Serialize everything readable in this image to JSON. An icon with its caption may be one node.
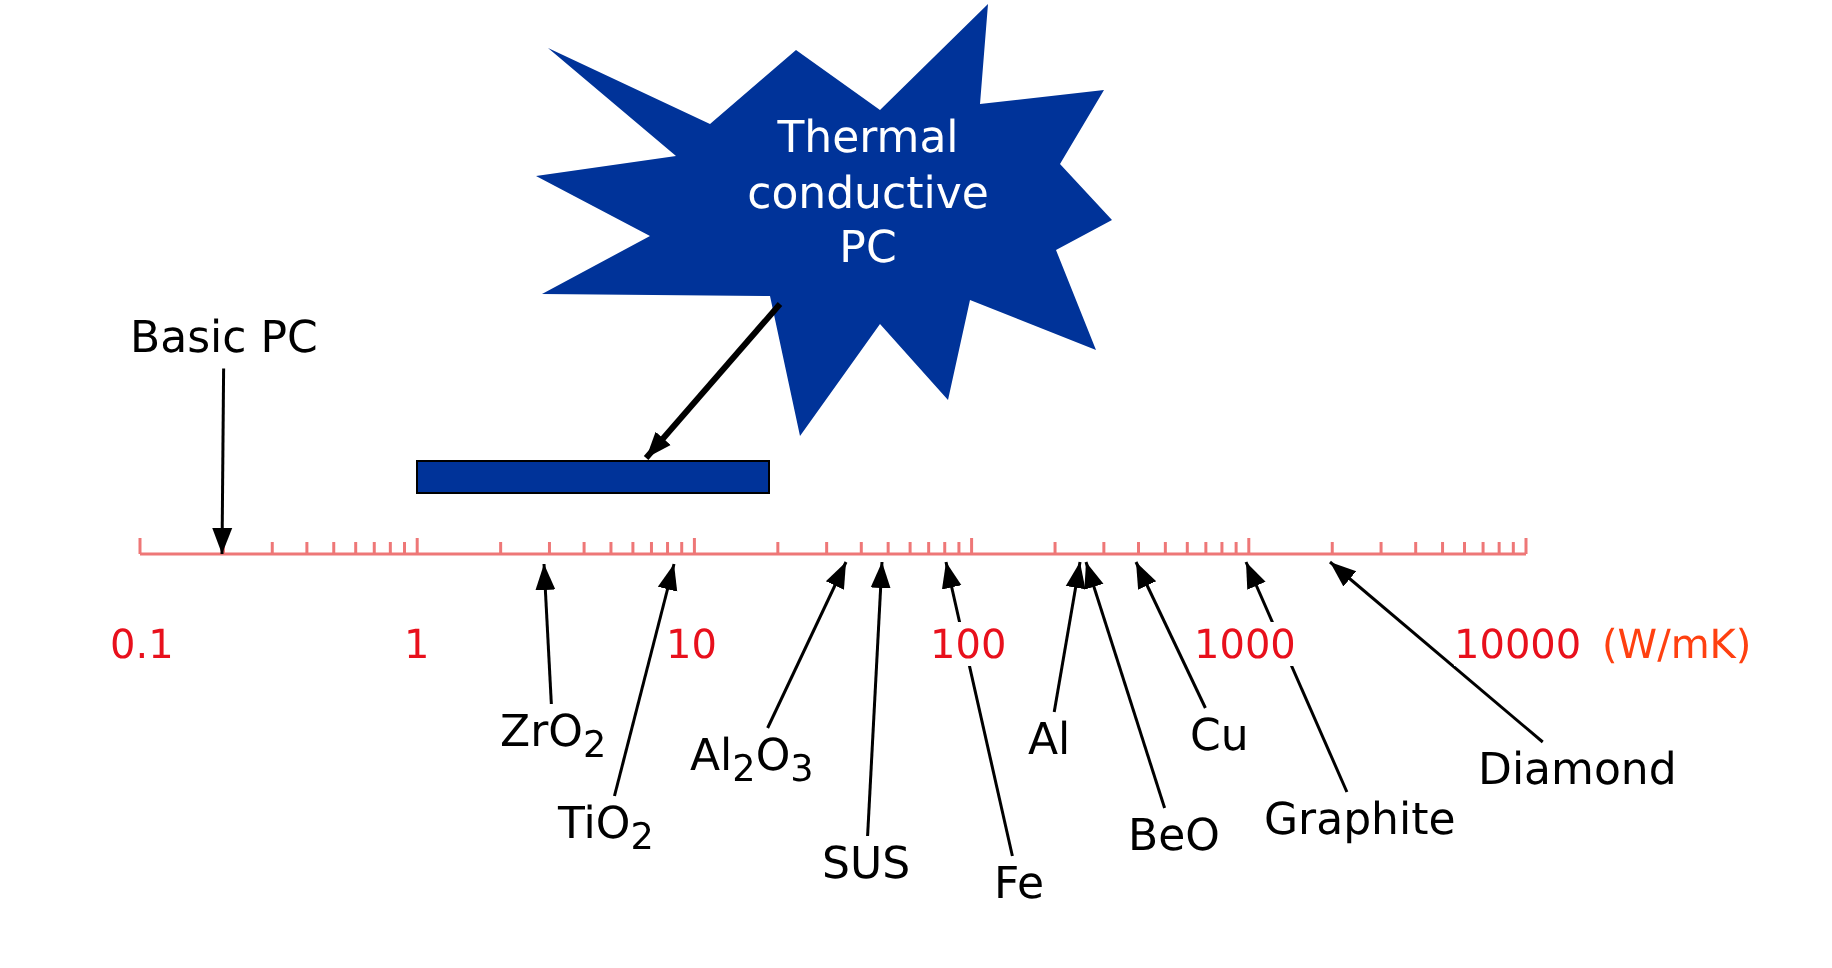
{
  "diagram": {
    "nodes": [
      {
        "text": [
          "Thermal conductive PC"
        ]
      },
      {
        "text": [
          "Basic PC"
        ]
      },
      {
        "text": [],
        "shape": "bar"
      },
      {
        "text": [
          "ZrO$_{2}$"
        ]
      },
      {
        "text": [
          "TiO$_{2}$"
        ]
      },
      {
        "text": [
          "Al$_{2}$O$_{3}$"
        ]
      },
      {
        "text": [
          "SUS"
        ]
      },
      {
        "text": [
          "Fe"
        ]
      },
      {
        "text": [
          "Al"
        ]
      },
      {
        "text": [
          "BeO"
        ]
      },
      {
        "text": [
          "Cu"
        ]
      },
      {
        "text": [
          "Graphite"
        ]
      },
      {
        "text": [
          "Diamond"
        ]
      }
    ],
    "edges": [
      {
        "from": 0,
        "to": 2,
        "arrow": "to",
        "style": "thick"
      },
      {
        "from": 1,
        "to": null,
        "arrow": "to"
      },
      {
        "from": 3,
        "to": null,
        "arrow": "to"
      },
      {
        "from": 4,
        "to": null,
        "arrow": "to"
      },
      {
        "from": 5,
        "to": null,
        "arrow": "to"
      },
      {
        "from": 6,
        "to": null,
        "arrow": "to"
      },
      {
        "from": 7,
        "to": null,
        "arrow": "to"
      },
      {
        "from": 8,
        "to": null,
        "arrow": "to"
      },
      {
        "from": 9,
        "to": null,
        "arrow": "to"
      },
      {
        "from": 10,
        "to": null,
        "arrow": "to"
      },
      {
        "from": 11,
        "to": null,
        "arrow": "to"
      },
      {
        "from": 12,
        "to": null,
        "arrow": "to"
      }
    ],
    "labels": [
      "0.1",
      "1",
      "10",
      "100",
      "1000",
      "10000",
      "(W/mK)"
    ]
  }
}
